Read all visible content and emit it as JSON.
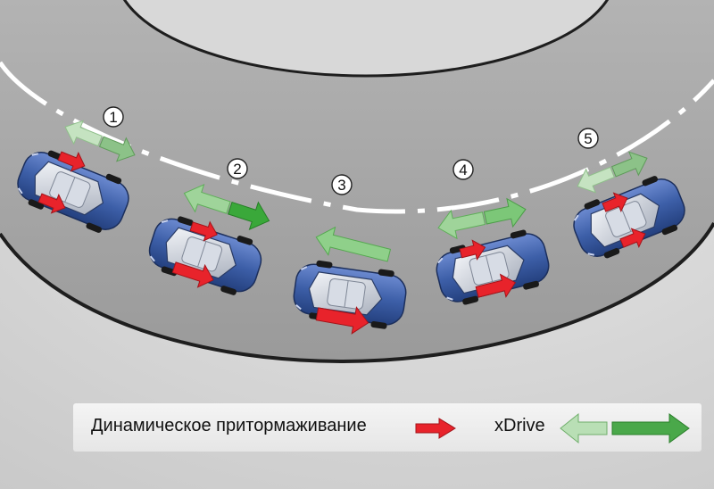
{
  "steps": [
    {
      "number": "1"
    },
    {
      "number": "2"
    },
    {
      "number": "3"
    },
    {
      "number": "4"
    },
    {
      "number": "5"
    }
  ],
  "legend": {
    "braking_label": "Динамическое притормаживание",
    "xdrive_label": "xDrive"
  },
  "colors": {
    "road": "#a6a6a6",
    "road_edge": "#222222",
    "infield": "#d6d6d6",
    "car_body": "#3d5fa8",
    "braking_arrow": "#e8232b",
    "xdrive_light": "#9fd49a",
    "xdrive_dark": "#3aa83a"
  },
  "icons": [
    "car-icon",
    "braking-arrow-icon",
    "xdrive-arrow-icon"
  ]
}
